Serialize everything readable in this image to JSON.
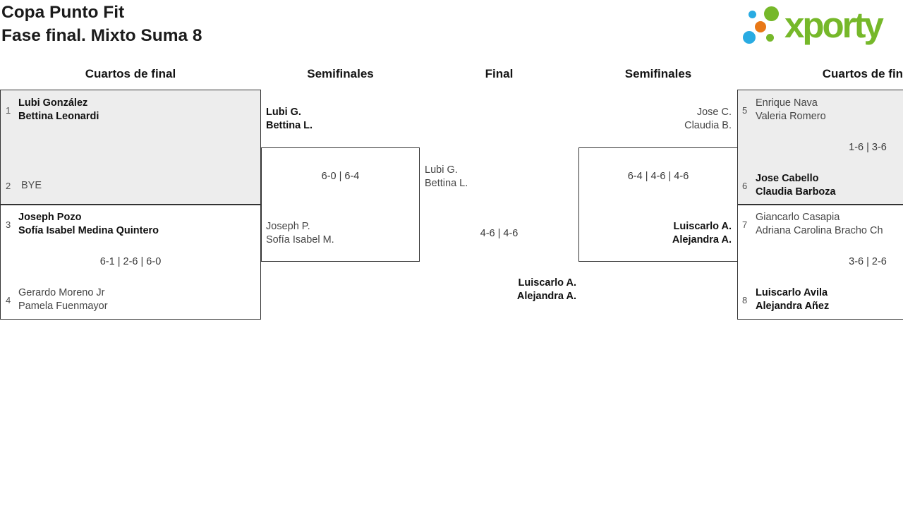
{
  "header": {
    "title": "Copa Punto Fit",
    "subtitle": "Fase final. Mixto Suma 8"
  },
  "logo": {
    "text": "xporty",
    "colors": {
      "green": "#76b82a",
      "blue": "#29abe2",
      "orange": "#e87817"
    }
  },
  "rounds": [
    {
      "label": "Cuartos de final"
    },
    {
      "label": "Semifinales"
    },
    {
      "label": "Final"
    },
    {
      "label": "Semifinales"
    },
    {
      "label": "Cuartos de final"
    }
  ],
  "matches": {
    "qf1": {
      "top_seed": "1",
      "top_line1": "Lubi González",
      "top_line2": "Bettina Leonardi",
      "bottom_seed": "2",
      "bottom_line1": "BYE"
    },
    "qf2": {
      "top_seed": "3",
      "top_line1": "Joseph Pozo",
      "top_line2": "Sofía Isabel Medina Quintero",
      "score": "6-1 | 2-6 | 6-0",
      "bottom_seed": "4",
      "bottom_line1": "Gerardo Moreno Jr",
      "bottom_line2": "Pamela Fuenmayor"
    },
    "sf1": {
      "top_line1": "Lubi G.",
      "top_line2": "Bettina L.",
      "score": "6-0 | 6-4",
      "bottom_line1": "Joseph P.",
      "bottom_line2": "Sofía Isabel M."
    },
    "final": {
      "top_line1": "Lubi G.",
      "top_line2": "Bettina L.",
      "score": "4-6 | 4-6",
      "bottom_line1": "Luiscarlo A.",
      "bottom_line2": "Alejandra A."
    },
    "sf2": {
      "top_line1": "Jose C.",
      "top_line2": "Claudia B.",
      "score": "6-4 | 4-6 | 4-6",
      "bottom_line1": "Luiscarlo A.",
      "bottom_line2": "Alejandra A."
    },
    "qf3": {
      "top_seed": "5",
      "top_line1": "Enrique Nava",
      "top_line2": "Valeria Romero",
      "score": "1-6 | 3-6",
      "bottom_seed": "6",
      "bottom_line1": "Jose Cabello",
      "bottom_line2": "Claudia Barboza"
    },
    "qf4": {
      "top_seed": "7",
      "top_line1": "Giancarlo Casapia",
      "top_line2": "Adriana Carolina Bracho Ch",
      "score": "3-6 | 2-6",
      "bottom_seed": "8",
      "bottom_line1": "Luiscarlo Avila",
      "bottom_line2": "Alejandra Añez"
    }
  }
}
